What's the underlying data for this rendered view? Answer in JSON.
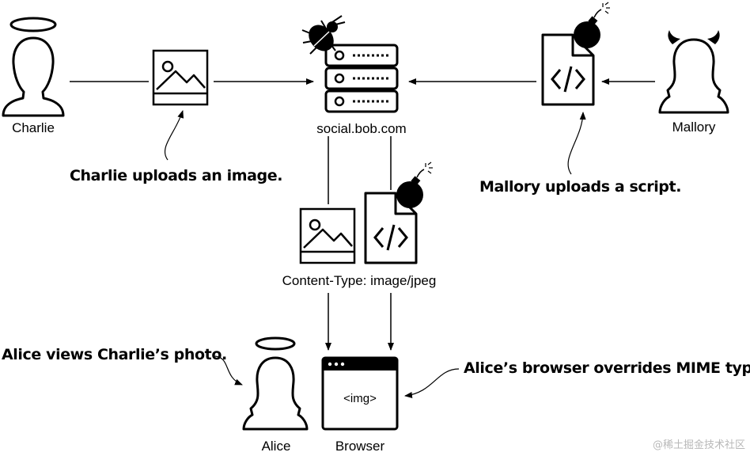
{
  "labels": {
    "charlie": "Charlie",
    "server": "social.bob.com",
    "mallory": "Mallory",
    "content_type": "Content-Type: image/jpeg",
    "alice": "Alice",
    "browser": "Browser",
    "img_tag": "<img>"
  },
  "annotations": {
    "charlie_uploads": "Charlie uploads an image.",
    "mallory_uploads": "Mallory uploads a script.",
    "alice_views": "Alice views Charlie’s photo.",
    "browser_overrides": "Alice’s browser overrides MIME type."
  },
  "watermark": "@稀土掘金技术社区",
  "colors": {
    "stroke": "#000000",
    "background": "#ffffff",
    "watermark": "#b8b8b8"
  },
  "icons": [
    "angel-user-icon",
    "devil-user-icon",
    "image-file-icon",
    "script-file-icon",
    "bomb-icon",
    "server-icon",
    "bug-icon",
    "browser-window-icon"
  ]
}
